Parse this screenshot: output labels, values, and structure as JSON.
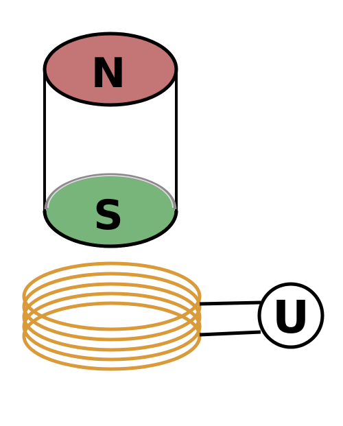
{
  "magnet": {
    "north_label": "N",
    "south_label": "S",
    "north_color": "#c47676",
    "south_color": "#77b57a",
    "outline_color": "#000000"
  },
  "coil": {
    "color": "#d99a3a",
    "turns": 5
  },
  "meter": {
    "label": "U",
    "outline_color": "#000000"
  }
}
